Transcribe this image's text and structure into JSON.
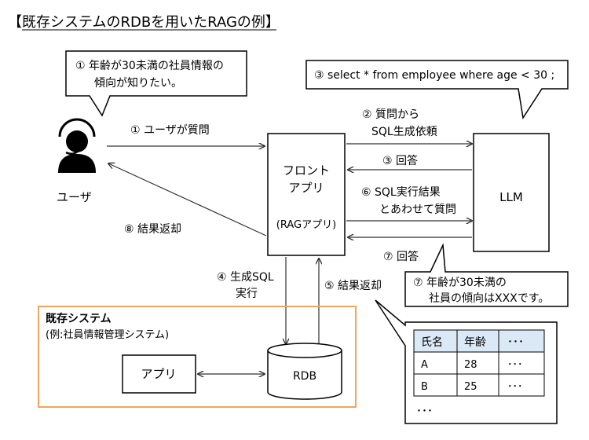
{
  "title": "【既存システムのRDBを用いたRAGの例】",
  "callouts": {
    "user_need_line1": "① 年齢が30未満の社員情報の",
    "user_need_line2": "傾向が知りたい。",
    "sql": "③ select  * from employee where age < 30 ;",
    "answer_line1": "⑦ 年齢が30未満の",
    "answer_line2": "社員の傾向はXXXです。"
  },
  "user": {
    "label": "ユーザ"
  },
  "frontend": {
    "line1": "フロント",
    "line2": "アプリ",
    "line3": "(RAGアプリ)"
  },
  "llm": {
    "label": "LLM"
  },
  "arrows": {
    "a1": "① ユーザが質問",
    "a2_line1": "② 質問から",
    "a2_line2": "SQL生成依頼",
    "a3": "③ 回答",
    "a6_line1": "⑥ SQL実行結果",
    "a6_line2": "とあわせて質問",
    "a7": "⑦ 回答",
    "a8": "⑧ 結果返却",
    "a4_line1": "④ 生成SQL",
    "a4_line2": "実行",
    "a5": "⑤ 結果返却"
  },
  "existing": {
    "title": "既存システム",
    "subtitle": "(例:社員情報管理システム)",
    "app": "アプリ",
    "rdb": "RDB"
  },
  "table": {
    "headers": [
      "氏名",
      "年齢",
      "･･･"
    ],
    "rows": [
      [
        "A",
        "28",
        "･･･"
      ],
      [
        "B",
        "25",
        "･･･"
      ]
    ],
    "more": "･･･"
  },
  "colors": {
    "existing_border": "#f0a45c",
    "table_header": "#dbe9f7"
  }
}
